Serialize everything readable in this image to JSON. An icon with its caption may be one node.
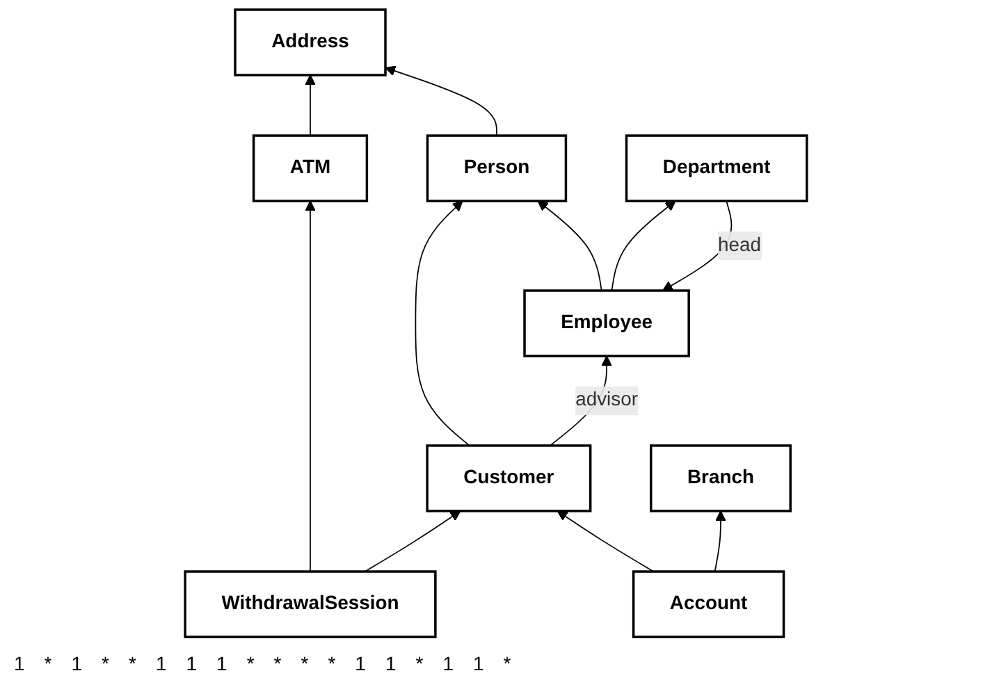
{
  "diagram": {
    "nodes": [
      {
        "text": [
          "Address"
        ]
      },
      {
        "text": [
          "ATM"
        ]
      },
      {
        "text": [
          "WithdrawalSession"
        ]
      },
      {
        "text": [
          "Customer"
        ]
      },
      {
        "text": [
          "Account"
        ]
      },
      {
        "text": [
          "Person"
        ]
      },
      {
        "text": [
          "Employee"
        ]
      },
      {
        "text": [
          "Branch"
        ]
      },
      {
        "text": [
          "Department"
        ]
      }
    ],
    "edges": [
      {
        "from": 1,
        "to": 0,
        "arrow": "to"
      },
      {
        "from": 2,
        "to": 1,
        "arrow": "to"
      },
      {
        "from": 2,
        "to": 3,
        "arrow": "to"
      },
      {
        "from": 4,
        "to": 3,
        "arrow": "to"
      },
      {
        "from": 5,
        "to": 0,
        "arrow": "to"
      },
      {
        "from": 3,
        "to": 5,
        "arrow": "to"
      },
      {
        "from": 6,
        "to": 5,
        "arrow": "to"
      },
      {
        "from": 3,
        "to": 6,
        "arrow": "to",
        "label": "advisor"
      },
      {
        "from": 4,
        "to": 7,
        "arrow": "to"
      },
      {
        "from": 6,
        "to": 8,
        "arrow": "to"
      },
      {
        "from": 8,
        "to": 6,
        "arrow": "to",
        "label": "head"
      }
    ],
    "labels": [
      "1",
      "*",
      "1",
      "*",
      "*",
      "1",
      "1",
      "1",
      "*",
      "*",
      "*",
      "*",
      "1",
      "1",
      "*",
      "1",
      "1",
      "*"
    ]
  }
}
